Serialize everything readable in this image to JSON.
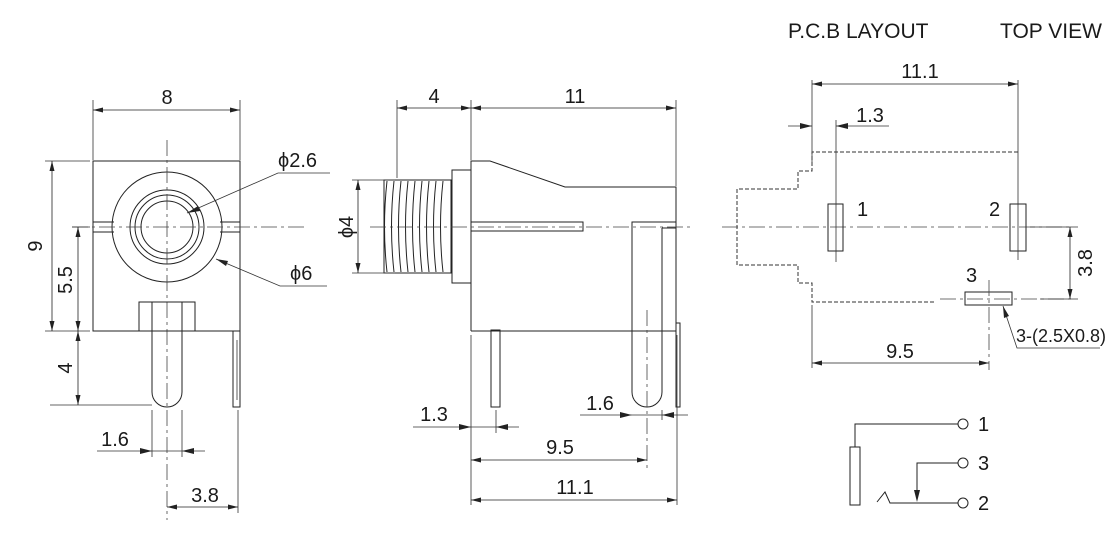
{
  "title": {
    "pcb_layout": "P.C.B LAYOUT",
    "top_view": "TOP VIEW"
  },
  "front_view": {
    "width": "8",
    "height": "9",
    "center_height": "5.5",
    "pin_length": "4",
    "pin_width": "1.6",
    "pin_offset": "3.8",
    "inner_diameter": "ϕ2.6",
    "outer_diameter": "ϕ6"
  },
  "side_view": {
    "thread_length": "4",
    "body_length": "11",
    "thread_diameter": "ϕ4",
    "pin_offset": "1.3",
    "pin_width": "1.6",
    "pin_spacing": "9.5",
    "total_length": "11.1"
  },
  "pcb": {
    "total_length": "11.1",
    "offset": "1.3",
    "pin3_offset": "3.8",
    "pin3_distance": "9.5",
    "pad_spec": "3-(2.5X0.8)",
    "pad_labels": [
      "1",
      "2",
      "3"
    ]
  },
  "schematic": {
    "pin_labels": [
      "1",
      "3",
      "2"
    ]
  }
}
